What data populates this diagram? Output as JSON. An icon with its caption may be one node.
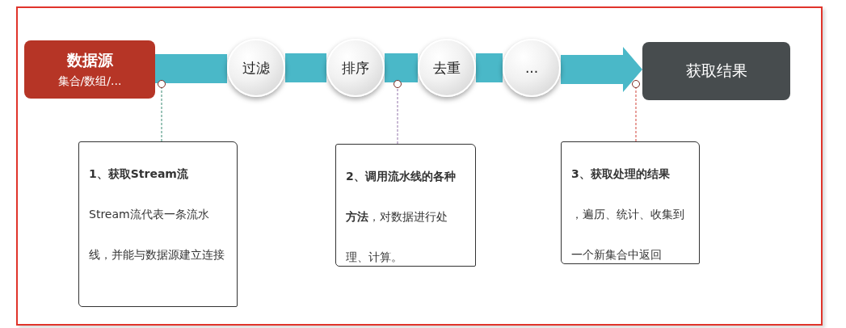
{
  "diagram": {
    "nodes": [
      {
        "text": [
          "数据源",
          "集合/数组/..."
        ]
      },
      {
        "text": [
          "过滤"
        ]
      },
      {
        "text": [
          "排序"
        ]
      },
      {
        "text": [
          "去重"
        ]
      },
      {
        "text": [
          "..."
        ]
      },
      {
        "text": [
          "获取结果"
        ]
      },
      {
        "text": [
          "1、获取Stream流",
          "Stream流代表一条流水线，并能与数据源建立连接"
        ]
      },
      {
        "text": [
          "**2、调用流水线的各种方法**，对数据进行处理、计算。"
        ]
      },
      {
        "text": [
          "3、获取处理的结果",
          "，遍历、统计、收集到一个新集合中返回"
        ]
      },
      {
        "text": [],
        "shape": "circle"
      },
      {
        "text": [],
        "shape": "circle"
      },
      {
        "text": [],
        "shape": "circle"
      }
    ],
    "edges": [
      {
        "from": 0,
        "to": 1,
        "arrow": "none",
        "color": "#4ab8c8"
      },
      {
        "from": 1,
        "to": 2,
        "arrow": "none",
        "color": "#4ab8c8"
      },
      {
        "from": 2,
        "to": 3,
        "arrow": "none",
        "color": "#4ab8c8"
      },
      {
        "from": 3,
        "to": 4,
        "arrow": "none",
        "color": "#4ab8c8"
      },
      {
        "from": 4,
        "to": 5,
        "arrow": "to",
        "color": "#4ab8c8"
      },
      {
        "from": 6,
        "to": 9,
        "arrow": "none",
        "style": "dashed",
        "color": "#5a9e8a"
      },
      {
        "from": 7,
        "to": 10,
        "arrow": "none",
        "style": "dashed",
        "color": "#a58ab8"
      },
      {
        "from": 8,
        "to": 11,
        "arrow": "none",
        "style": "dashed",
        "color": "#d9635a"
      }
    ]
  }
}
